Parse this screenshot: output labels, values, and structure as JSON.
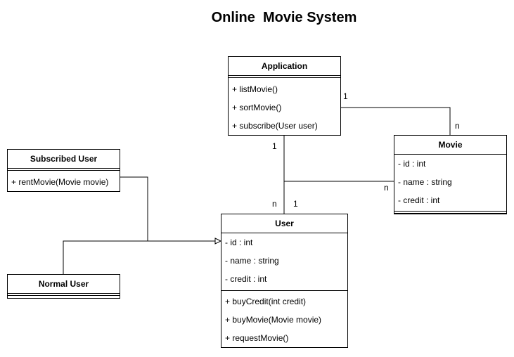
{
  "diagram": {
    "title": "Online  Movie System",
    "classes": {
      "application": {
        "name": "Application",
        "operations": [
          "+ listMovie()",
          "+ sortMovie()",
          "+ subscribe(User user)"
        ]
      },
      "movie": {
        "name": "Movie",
        "attributes": [
          "- id : int",
          "- name : string",
          "- credit : int"
        ]
      },
      "subscribed_user": {
        "name": "Subscribed User",
        "operations": [
          "+ rentMovie(Movie movie)"
        ]
      },
      "normal_user": {
        "name": "Normal User"
      },
      "user": {
        "name": "User",
        "attributes": [
          "- id : int",
          "- name : string",
          "- credit : int"
        ],
        "operations": [
          "+ buyCredit(int credit)",
          "+ buyMovie(Movie movie)",
          "+ requestMovie()"
        ]
      }
    },
    "multiplicities": {
      "app_movie_app_end": "1",
      "app_movie_movie_end": "n",
      "app_user_app_end": "1",
      "app_user_user_end": "n",
      "user_movie_user_end": "1",
      "user_movie_movie_end": "n"
    },
    "relationships": [
      {
        "type": "association",
        "from": "Application",
        "to": "Movie"
      },
      {
        "type": "association",
        "from": "Application",
        "to": "User"
      },
      {
        "type": "association",
        "from": "User",
        "to": "Movie"
      },
      {
        "type": "generalization",
        "from": "Subscribed User",
        "to": "User"
      },
      {
        "type": "generalization",
        "from": "Normal User",
        "to": "User"
      }
    ],
    "colors": {
      "line": "#000000",
      "background": "#ffffff"
    }
  }
}
